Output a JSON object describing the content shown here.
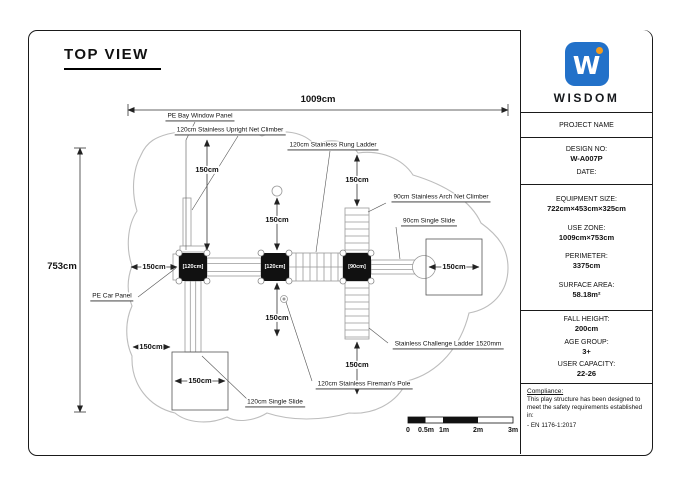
{
  "title": "TOP VIEW",
  "colors": {
    "brand_blue": "#2271c9",
    "brand_orange": "#f49b1d",
    "platform_black": "#111111"
  },
  "drawing": {
    "dim_width": "1009cm",
    "dim_height": "753cm",
    "dim_150": "150cm",
    "platforms": [
      {
        "label": "[120cm]"
      },
      {
        "label": "[120cm]"
      },
      {
        "label": "[90cm]"
      }
    ],
    "annotations": {
      "bay_window": "PE Bay Window Panel",
      "upright_net": "120cm Stainless Upright Net Climber",
      "rung_ladder": "120cm Stainless Rung Ladder",
      "arch_net": "90cm Stainless Arch Net Climber",
      "slide_90": "90cm Single Slide",
      "car_panel": "PE Car Panel",
      "challenge_ladder": "Stainless Challenge Ladder 1520mm",
      "fireman_pole": "120cm Stainless Fireman's Pole",
      "slide_120": "120cm Single Slide"
    },
    "scale_labels": [
      "0",
      "0.5m",
      "1m",
      "2m",
      "3m"
    ]
  },
  "panel": {
    "logo_letter": "W",
    "brand": "WISDOM",
    "project_name_label": "PROJECT NAME",
    "design_no_label": "DESIGN NO:",
    "design_no": "W-A007P",
    "date_label": "DATE:",
    "equipment_size_label": "EQUIPMENT SIZE:",
    "equipment_size": "722cm×453cm×325cm",
    "use_zone_label": "USE ZONE:",
    "use_zone": "1009cm×753cm",
    "perimeter_label": "PERIMETER:",
    "perimeter": "3375cm",
    "surface_area_label": "SURFACE AREA:",
    "surface_area": "58.18m²",
    "fall_height_label": "FALL HEIGHT:",
    "fall_height": "200cm",
    "age_group_label": "AGE GROUP:",
    "age_group": "3+",
    "user_capacity_label": "USER CAPACITY:",
    "user_capacity": "22-26",
    "compliance_title": "Compliance:",
    "compliance_text": "This play structure has been designed to meet the safety requirements established in:",
    "compliance_standard": "- EN 1176-1:2017"
  }
}
